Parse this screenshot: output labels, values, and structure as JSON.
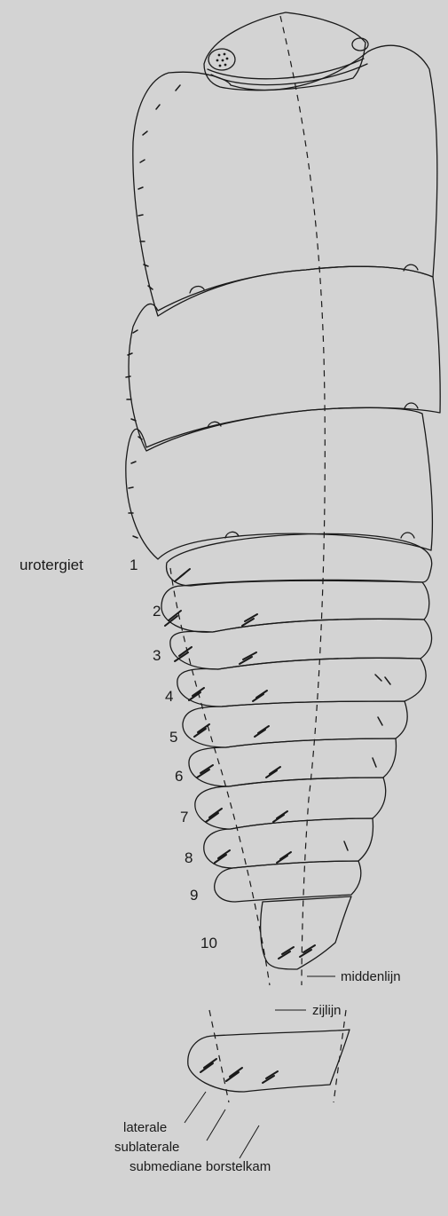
{
  "labels": {
    "urotergiet": "urotergiet",
    "segments": [
      "1",
      "2",
      "3",
      "4",
      "5",
      "6",
      "7",
      "8",
      "9",
      "10"
    ],
    "middenlijn": "middenlijn",
    "zijlijn": "zijlijn",
    "laterale": "laterale",
    "sublaterale": "sublaterale",
    "submediane": "submediane borstelkam"
  },
  "colors": {
    "background": "#d3d3d3",
    "ink": "#1a1a1a"
  }
}
